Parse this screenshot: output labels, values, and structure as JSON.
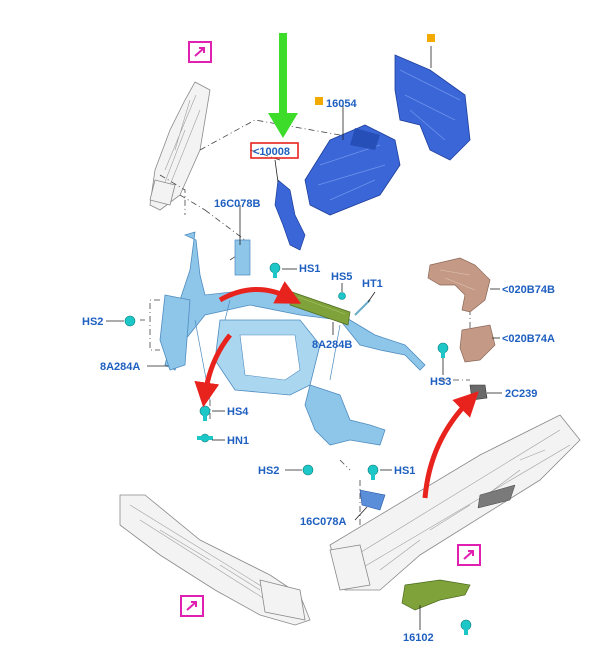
{
  "diagram": {
    "colors": {
      "label": "#1e5fc0",
      "blue_part": "#3a66d8",
      "light_blue_part": "#8ec6ea",
      "green_part": "#7fa23a",
      "copper_part": "#c49a86",
      "gray_part": "#f1f1f1",
      "arrow_red": "#e8231e",
      "arrow_green": "#3ddc2a",
      "view_icon": "#e020b0",
      "note_marker": "#f2a900",
      "highlight_box": "#e8231e"
    },
    "labels": {
      "p16054": "16054",
      "p10008": "<10008",
      "p16C078B": "16C078B",
      "hs1_top": "HS1",
      "hs5": "HS5",
      "ht1": "HT1",
      "hs2_left": "HS2",
      "p8A284B": "8A284B",
      "p8A284A": "8A284A",
      "hs4": "HS4",
      "hn1": "HN1",
      "hs2_bottom": "HS2",
      "hs1_bottom": "HS1",
      "p16C078A": "16C078A",
      "p020B74B": "<020B74B",
      "p020B74A": "<020B74A",
      "hs3": "HS3",
      "p2C239": "2C239",
      "p16102": "16102"
    },
    "icons": [
      "view-arrow-icon",
      "note-square-icon",
      "fastener-icon"
    ]
  }
}
